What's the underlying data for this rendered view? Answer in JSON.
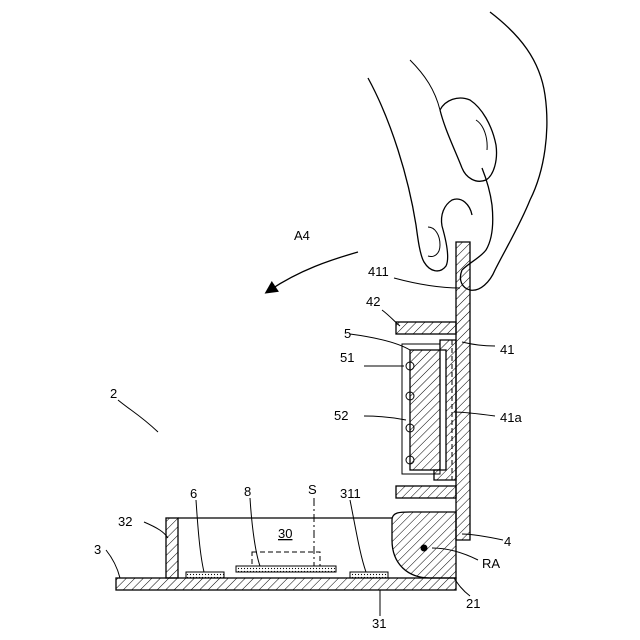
{
  "labels": {
    "a4": "A4",
    "l411": "411",
    "l42": "42",
    "l5": "5",
    "l51": "51",
    "l41": "41",
    "l52": "52",
    "l41a": "41a",
    "l2": "2",
    "l6": "6",
    "l8": "8",
    "lS": "S",
    "l311": "311",
    "l32": "32",
    "l30": "30",
    "l4": "4",
    "l3": "3",
    "lRA": "RA",
    "l31": "31",
    "l21": "21"
  }
}
